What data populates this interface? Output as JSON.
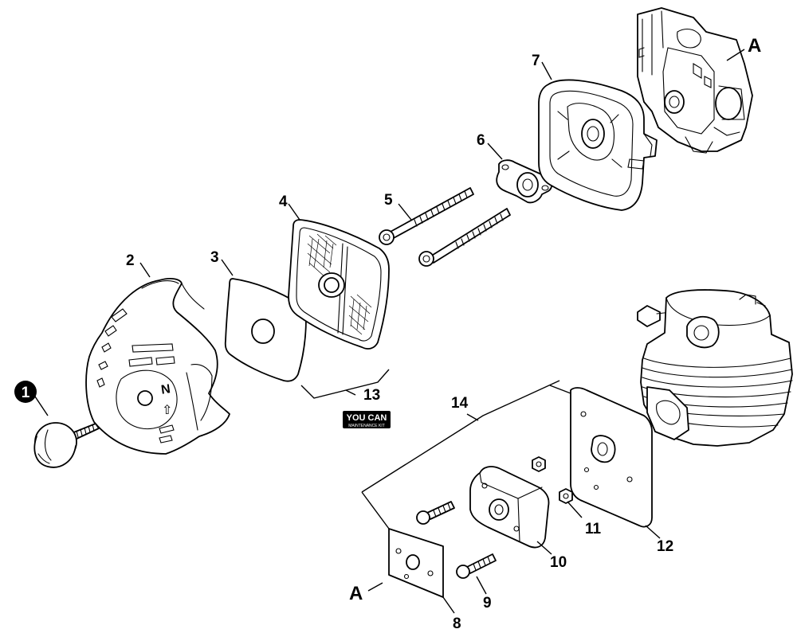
{
  "callouts": {
    "c1": "1",
    "c2": "2",
    "c3": "3",
    "c4": "4",
    "c5": "5",
    "c6": "6",
    "c7": "7",
    "c8": "8",
    "c9": "9",
    "c10": "10",
    "c11": "11",
    "c12": "12",
    "c13": "13",
    "c14": "14"
  },
  "reference_letters": {
    "top": "A",
    "bottom": "A"
  },
  "cover_markings": {
    "letter": "N",
    "arrow": "⇧"
  },
  "badge": {
    "brand": "YOU CAN",
    "subtitle": "MAINTENANCE KIT"
  },
  "colors": {
    "line": "#000000",
    "background": "#ffffff",
    "badge_fill": "#000000",
    "badge_text": "#ffffff"
  }
}
